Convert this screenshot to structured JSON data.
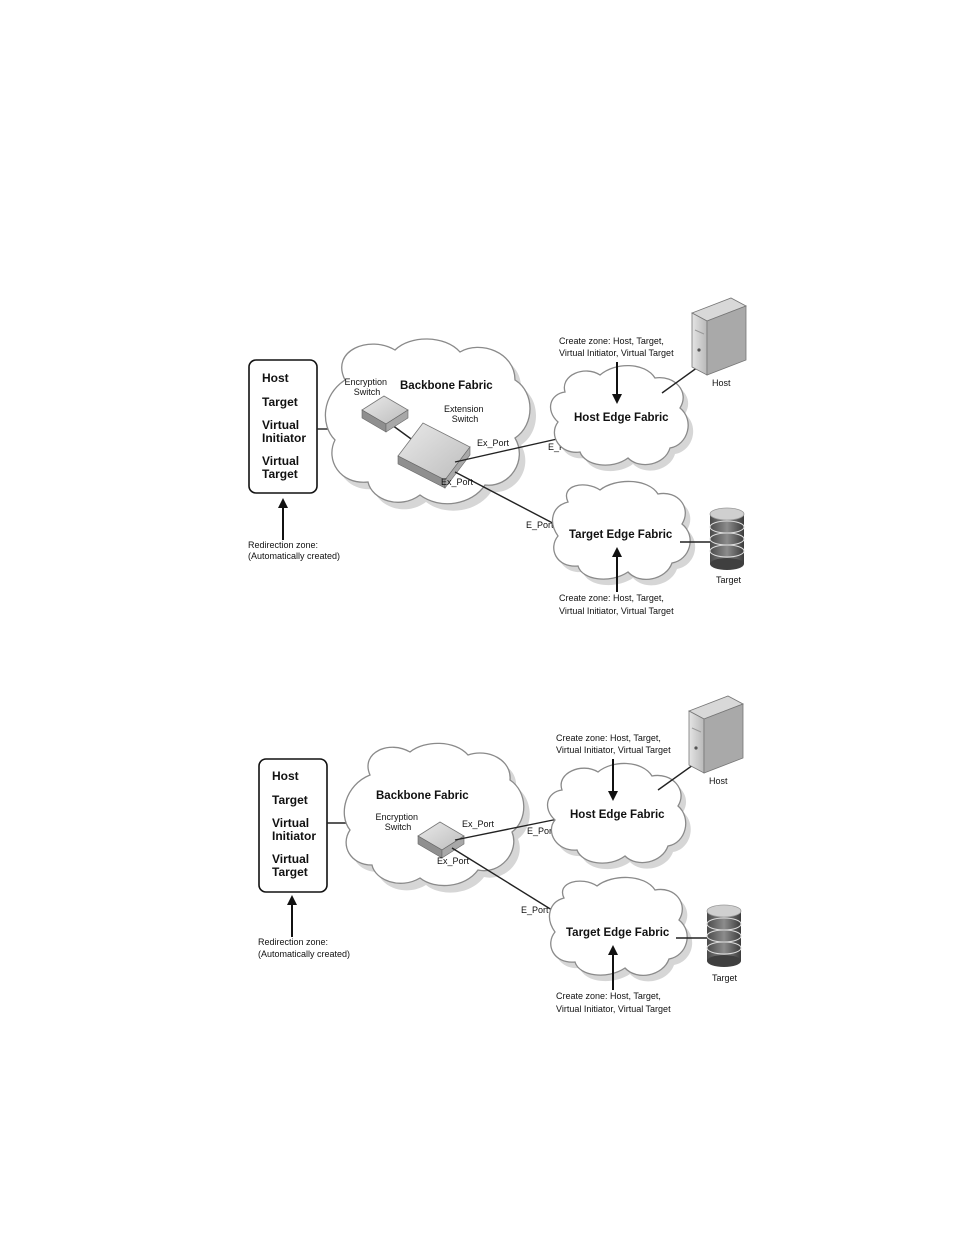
{
  "diagrams": [
    {
      "zone_list": [
        "Host",
        "Target",
        "Virtual Initiator",
        "Virtual Target"
      ],
      "redirection_caption": [
        "Redirection zone:",
        "(Automatically created)"
      ],
      "backbone_label": "Backbone Fabric",
      "encryption_switch_label": [
        "Encryption",
        "Switch"
      ],
      "extension_switch_label": [
        "Extension",
        "Switch"
      ],
      "host_edge_label": "Host Edge Fabric",
      "target_edge_label": "Target Edge Fabric",
      "ex_port_top": "Ex_Port",
      "ex_port_bottom": "Ex_Port",
      "e_port_host": "E_Port",
      "e_port_target": "E_Port",
      "create_zone_host": [
        "Create zone: Host, Target,",
        "Virtual Initiator, Virtual Target"
      ],
      "create_zone_target": [
        "Create zone: Host, Target,",
        "Virtual Initiator, Virtual Target"
      ],
      "host_device_label": "Host",
      "target_device_label": "Target"
    },
    {
      "zone_list": [
        "Host",
        "Target",
        "Virtual Initiator",
        "Virtual Target"
      ],
      "redirection_caption": [
        "Redirection zone:",
        "(Automatically created)"
      ],
      "backbone_label": "Backbone Fabric",
      "encryption_switch_label": [
        "Encryption",
        "Switch"
      ],
      "host_edge_label": "Host Edge Fabric",
      "target_edge_label": "Target Edge Fabric",
      "ex_port_top": "Ex_Port",
      "ex_port_bottom": "Ex_Port",
      "e_port_host": "E_Port",
      "e_port_target": "E_Port",
      "create_zone_host": [
        "Create zone: Host, Target,",
        "Virtual Initiator, Virtual Target"
      ],
      "create_zone_target": [
        "Create zone: Host, Target,",
        "Virtual Initiator, Virtual Target"
      ],
      "host_device_label": "Host",
      "target_device_label": "Target"
    }
  ]
}
